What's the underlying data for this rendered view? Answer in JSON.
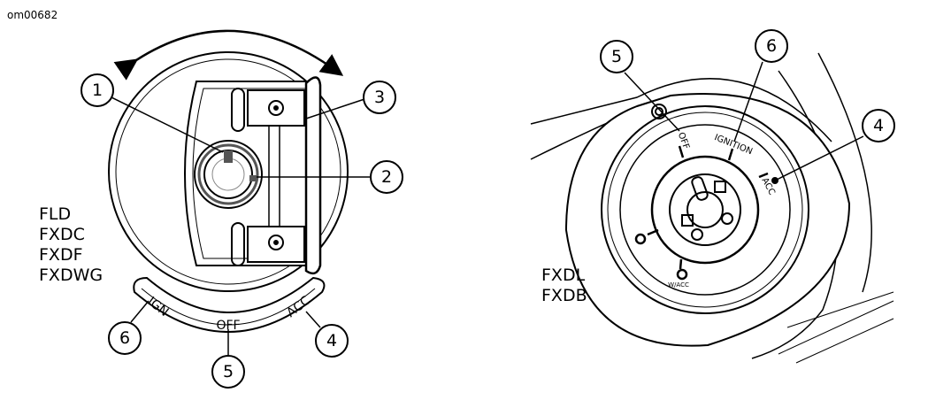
{
  "figure_id": "om00682",
  "left_diagram": {
    "models": [
      "FLD",
      "FXDC",
      "FXDF",
      "FXDWG"
    ],
    "positions": {
      "ign": "IGN",
      "off": "OFF",
      "acc": "ACC"
    },
    "callouts": [
      "1",
      "2",
      "3",
      "6",
      "5",
      "4"
    ]
  },
  "right_diagram": {
    "models": [
      "FXDL",
      "FXDB"
    ],
    "dial_labels": {
      "off": "OFF",
      "ignition": "IGNITION",
      "acc": "ACC",
      "w_acc": "W/ACC"
    },
    "callouts": [
      "5",
      "6",
      "4"
    ]
  }
}
